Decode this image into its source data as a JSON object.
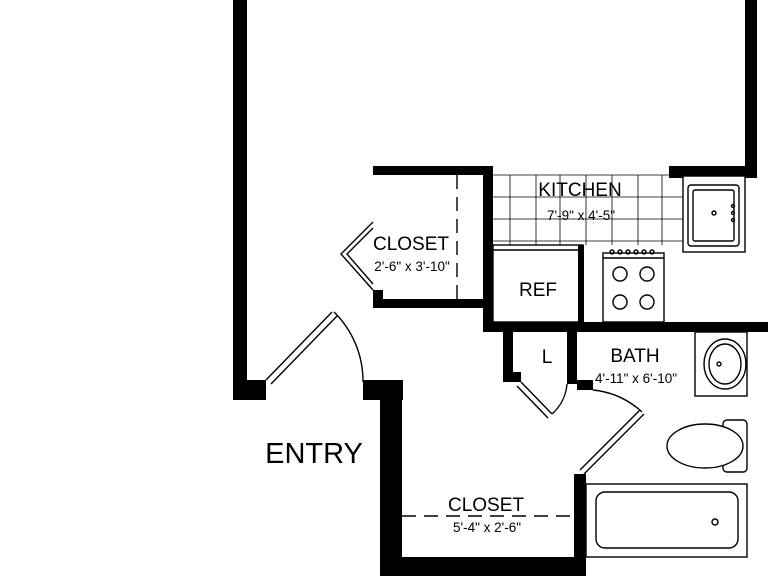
{
  "rooms": {
    "kitchen": {
      "name": "KITCHEN",
      "size": "7'-9\" x 4'-5\""
    },
    "closet_upper": {
      "name": "CLOSET",
      "size": "2'-6\" x 3'-10\""
    },
    "ref": {
      "name": "REF"
    },
    "linen": {
      "name": "L"
    },
    "bath": {
      "name": "BATH",
      "size": "4'-11\" x 6'-10\""
    },
    "entry": {
      "name": "ENTRY"
    },
    "closet_lower": {
      "name": "CLOSET",
      "size": "5'-4\" x 2'-6\""
    }
  }
}
